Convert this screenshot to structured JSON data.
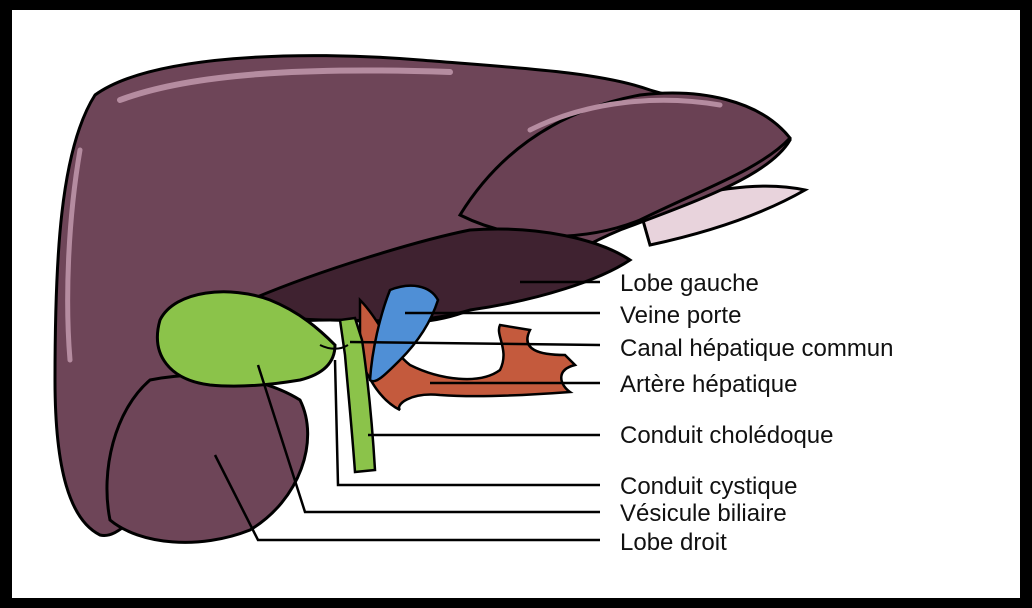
{
  "labels": {
    "lobe_gauche": "Lobe gauche",
    "veine_porte": "Veine porte",
    "canal_hepatique_commun": "Canal hépatique commun",
    "artere_hepatique": "Artère hépatique",
    "conduit_choledoque": "Conduit cholédoque",
    "conduit_cystique": "Conduit cystique",
    "vesicule_biliaire": "Vésicule biliaire",
    "lobe_droit": "Lobe droit"
  },
  "colors": {
    "liver": "#6e4558",
    "liver_dark": "#3f2230",
    "liver_highlight": "#b58ca0",
    "gallbladder": "#8bc34a",
    "portal_vein": "#4f8fd6",
    "hepatic_artery": "#c45a3d",
    "ligament": "#e8d3dc"
  }
}
